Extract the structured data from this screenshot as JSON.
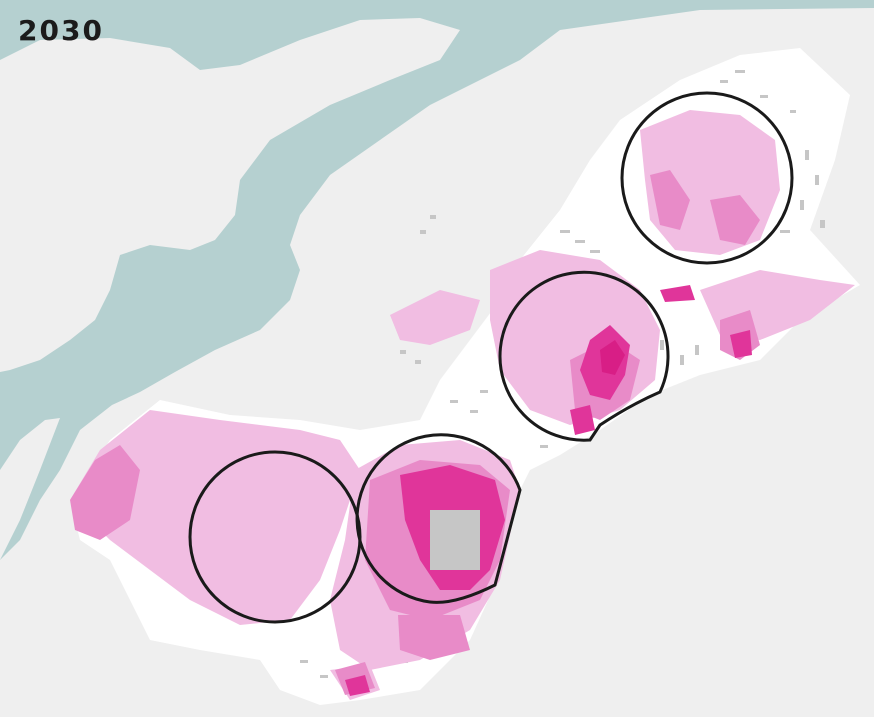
{
  "map": {
    "year_label": "2030",
    "colors": {
      "water": "#b5d0d0",
      "land": "#efefef",
      "urban_area": "#ffffff",
      "buildings": "#c6c6c6",
      "density_low": "#f1bde2",
      "density_mid": "#e88bc8",
      "density_high": "#e0359a",
      "density_peak": "#d81e86",
      "circle_outline": "#1a1a1a"
    },
    "legend_visible": false,
    "zones": [
      {
        "name": "northeast-zone"
      },
      {
        "name": "central-zone"
      },
      {
        "name": "southwest-zone"
      },
      {
        "name": "south-center-zone"
      }
    ]
  }
}
